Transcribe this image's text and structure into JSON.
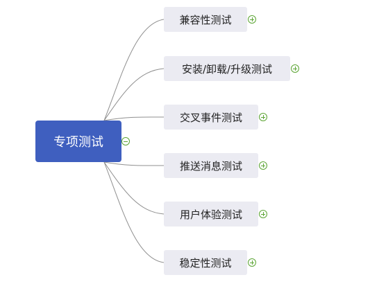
{
  "mindmap": {
    "root": {
      "label": "专项测试",
      "toggle_icon": "collapse-minus-icon"
    },
    "children": [
      {
        "label": "兼容性测试",
        "toggle_icon": "expand-plus-icon"
      },
      {
        "label": "安装/卸载/升级测试",
        "toggle_icon": "expand-plus-icon"
      },
      {
        "label": "交叉事件测试",
        "toggle_icon": "expand-plus-icon"
      },
      {
        "label": "推送消息测试",
        "toggle_icon": "expand-plus-icon"
      },
      {
        "label": "用户体验测试",
        "toggle_icon": "expand-plus-icon"
      },
      {
        "label": "稳定性测试",
        "toggle_icon": "expand-plus-icon"
      }
    ]
  },
  "colors": {
    "root_fill": "#3f5fbf",
    "child_fill": "#ebebf2",
    "connector": "#8f8f8f",
    "toggle": "#5aa432"
  }
}
